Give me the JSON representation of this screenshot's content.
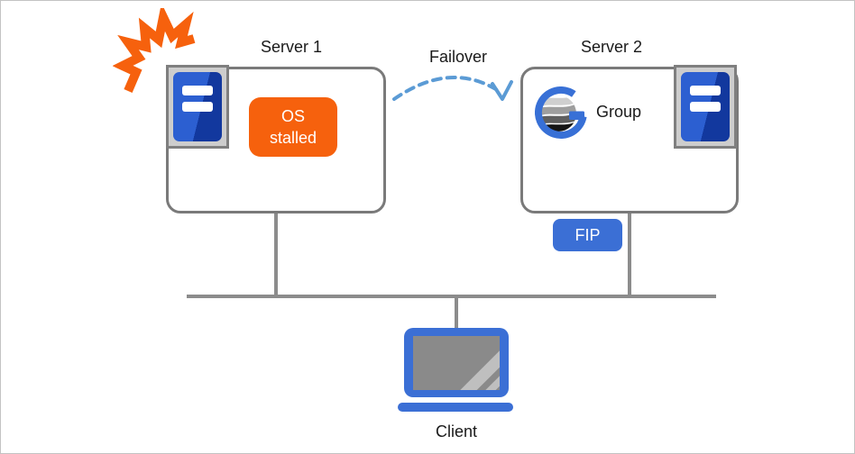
{
  "diagram": {
    "server1": {
      "title": "Server 1",
      "status_lines": [
        "OS",
        "stalled"
      ]
    },
    "server2": {
      "title": "Server 2",
      "group_label": "Group",
      "fip_label": "FIP"
    },
    "failover_label": "Failover",
    "client_label": "Client"
  },
  "icons": {
    "crash": "crash-burst-icon",
    "server1_tower": "server-tower-icon",
    "server2_tower": "server-tower-icon",
    "group_logo": "cluster-group-logo-icon",
    "failover_arrow": "dashed-curved-arrow-icon",
    "client_laptop": "laptop-icon"
  },
  "colors": {
    "alert_orange": "#f6610d",
    "primary_blue": "#3b6fd5",
    "tower_blue_light": "#2c5fd1",
    "tower_blue_dark": "#12389e",
    "failover_arc_blue": "#5b9bd5",
    "connector_gray": "#8c8c8c",
    "box_border_gray": "#7a7a7a"
  }
}
